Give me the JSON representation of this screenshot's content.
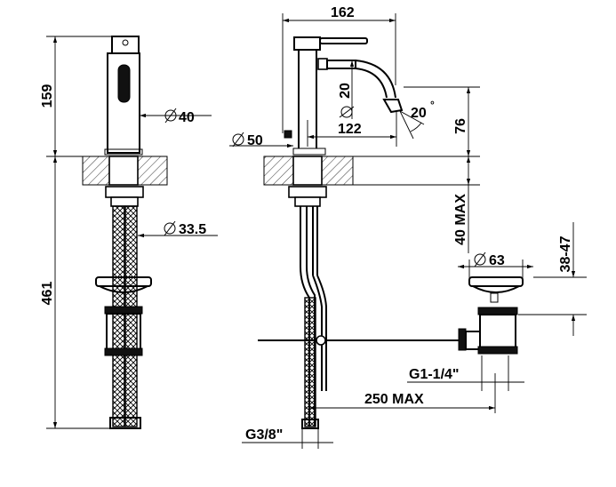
{
  "dimensions": {
    "front_top_height": "159",
    "front_total_height": "461",
    "body_diameter": "40",
    "hose_diameter": "33.5",
    "projection": "162",
    "spout_diameter": "20",
    "spout_angle": "20",
    "spout_reach": "122",
    "base_diameter": "50",
    "spout_height": "76",
    "deck_thickness_max": "40 MAX",
    "waste_diameter": "63",
    "waste_range": "38-47",
    "waste_thread": "G1-1/4\"",
    "rod_length_max": "250 MAX",
    "inlet_thread": "G3/8\""
  },
  "symbols": {
    "diameter": "ø",
    "degree": "°"
  }
}
